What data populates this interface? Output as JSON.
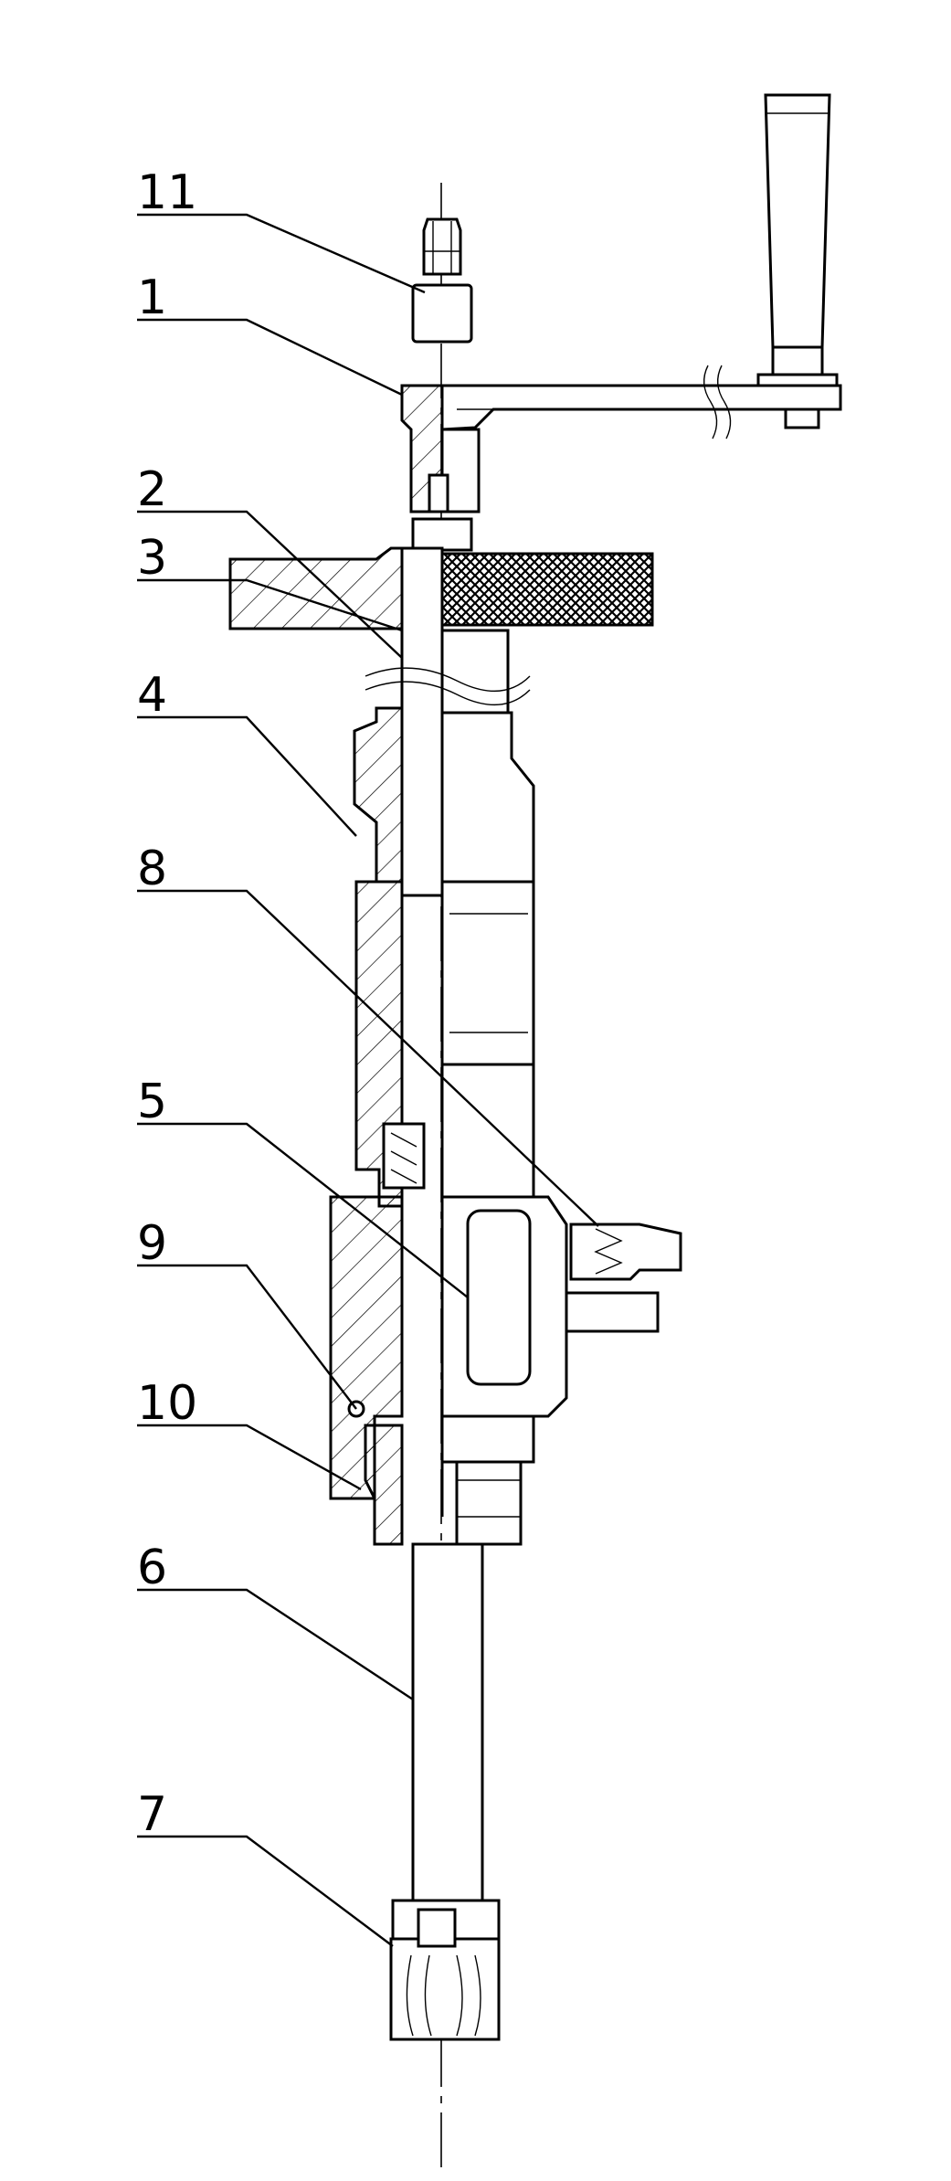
{
  "labels": [
    {
      "id": "11",
      "text": "11"
    },
    {
      "id": "1",
      "text": "1"
    },
    {
      "id": "2",
      "text": "2"
    },
    {
      "id": "3",
      "text": "3"
    },
    {
      "id": "4",
      "text": "4"
    },
    {
      "id": "8",
      "text": "8"
    },
    {
      "id": "5",
      "text": "5"
    },
    {
      "id": "9",
      "text": "9"
    },
    {
      "id": "10",
      "text": "10"
    },
    {
      "id": "6",
      "text": "6"
    },
    {
      "id": "7",
      "text": "7"
    }
  ]
}
